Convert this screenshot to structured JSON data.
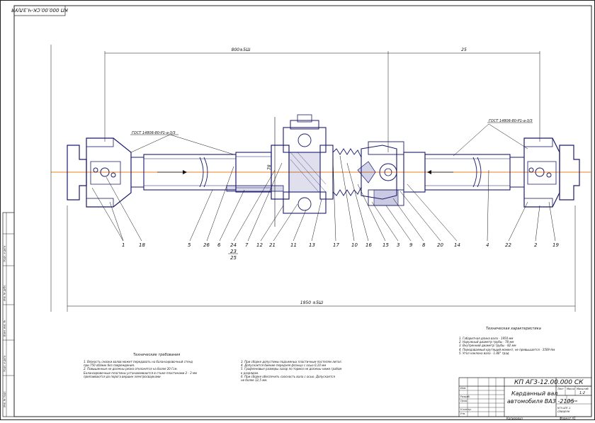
{
  "stamp": {
    "top_code": "КП 000.00.СК-Ч.ЗЛ/УЯ",
    "code": "КП АГ3-12.00.000 СК",
    "title_line1": "Карданный вал",
    "title_line2": "автомобиля ВАЗ -2105",
    "sheet_label": "Лист",
    "sheets_label": "Листов",
    "mass_label": "Масса",
    "scale_label": "Масштаб",
    "scale_value": "1:2",
    "org_line1": "КГЭ-АПГ-1",
    "org_line2": "СВИЦЕНК",
    "copied_label": "Копировал",
    "format_label": "Формат А1",
    "left_inventory": [
      "Инв. № подл.",
      "Подп. и дата",
      "Взам. инв. №",
      "Инв. № дубл.",
      "Подп. и дата"
    ]
  },
  "dimensions": {
    "left_top": "800±5Ш",
    "right_top": "25",
    "bottom": "1950 ±5Ш",
    "diameter": "78"
  },
  "gost_left": "ГОСТ 14806-80-Р1-а-3/3",
  "gost_right": "ГОСТ 14806-80-Р1-а-3/3",
  "callouts": [
    "1",
    "18",
    "5",
    "26",
    "6",
    "24",
    "25",
    "7",
    "12",
    "21",
    "11",
    "13",
    "17",
    "10",
    "16",
    "15",
    "3",
    "9",
    "8",
    "20",
    "14",
    "4",
    "22",
    "2",
    "19",
    "23"
  ],
  "specs": {
    "heading": "Техническая характеристика",
    "lines": [
      "1. Габаритная длина вала - 1950 мм",
      "2. Наружный диаметр трубы - 78 мм",
      "3. Внутренний диаметр трубы - 82 мм",
      "4. Передаваемый крутящий момент, не превышается - 3509 Нм",
      "5. Угол наклона вала - 1.80° град"
    ]
  },
  "requirements": {
    "heading": "Технические требования",
    "col1": [
      "1. Вязкость смазки валов может передавать на балансировочный стенд",
      "при 750 об/мин без повреждения.",
      "2. Повышенные не должны резко отклонятся на более 20 Гсм.",
      "Балансировочные пластины устанавливаются в стыке пластинами 2 - 3 мм",
      "припаиваются до порога вершин электросварками"
    ],
    "col2": [
      "3. При сборке допустимы подъемных пластичным постелям литол.",
      "4. Допускается биение передняя фланца с осью 0,10 мм",
      "5. Графленовые размеры зазор по тормоз не должны ниже грабом",
      "к разрядам.",
      "6. При сборке обеспечить соосность вала с осью. Допускается",
      "не более 12,5 мм."
    ]
  },
  "title_block_small": {
    "rows": [
      "Изм.",
      "Лист",
      "№ докум.",
      "Подп.",
      "Дата",
      "Разраб.",
      "Пров.",
      "Т.контр.",
      "Н.контр.",
      "Утв."
    ]
  },
  "colors": {
    "lines": "#1a1a6e",
    "hatch": "#2a2a8a",
    "axis": "#e88020",
    "frame": "#222222",
    "annotation": "#111111"
  }
}
